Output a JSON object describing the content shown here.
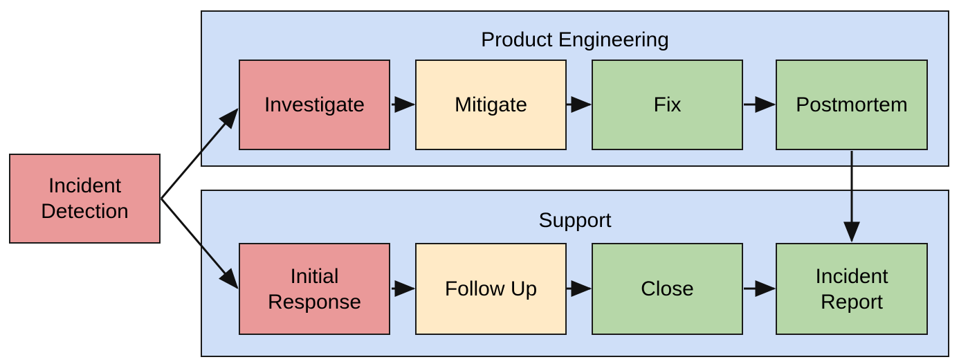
{
  "diagram": {
    "type": "flowchart",
    "title_visible": false,
    "colors": {
      "lane_fill": "#cfdff8",
      "stroke": "#1a1a1a",
      "red_fill": "#ea9999",
      "yellow_fill": "#ffeac6",
      "green_fill": "#b6d7a8",
      "text": "#000000"
    },
    "lanes": [
      {
        "id": "lane-product-engineering",
        "label": "Product Engineering"
      },
      {
        "id": "lane-support",
        "label": "Support"
      }
    ],
    "nodes": [
      {
        "id": "incident-detection",
        "label_line1": "Incident",
        "label_line2": "Detection",
        "color": "red"
      },
      {
        "id": "investigate",
        "label_line1": "Investigate",
        "label_line2": "",
        "color": "red"
      },
      {
        "id": "mitigate",
        "label_line1": "Mitigate",
        "label_line2": "",
        "color": "yellow"
      },
      {
        "id": "fix",
        "label_line1": "Fix",
        "label_line2": "",
        "color": "green"
      },
      {
        "id": "postmortem",
        "label_line1": "Postmortem",
        "label_line2": "",
        "color": "green"
      },
      {
        "id": "initial-response",
        "label_line1": "Initial",
        "label_line2": "Response",
        "color": "red"
      },
      {
        "id": "follow-up",
        "label_line1": "Follow Up",
        "label_line2": "",
        "color": "yellow"
      },
      {
        "id": "close",
        "label_line1": "Close",
        "label_line2": "",
        "color": "green"
      },
      {
        "id": "incident-report",
        "label_line1": "Incident",
        "label_line2": "Report",
        "color": "green"
      }
    ],
    "edges": [
      {
        "from": "incident-detection",
        "to": "investigate"
      },
      {
        "from": "incident-detection",
        "to": "initial-response"
      },
      {
        "from": "investigate",
        "to": "mitigate"
      },
      {
        "from": "mitigate",
        "to": "fix"
      },
      {
        "from": "fix",
        "to": "postmortem"
      },
      {
        "from": "postmortem",
        "to": "incident-report"
      },
      {
        "from": "initial-response",
        "to": "follow-up"
      },
      {
        "from": "follow-up",
        "to": "close"
      },
      {
        "from": "close",
        "to": "incident-report"
      }
    ]
  }
}
